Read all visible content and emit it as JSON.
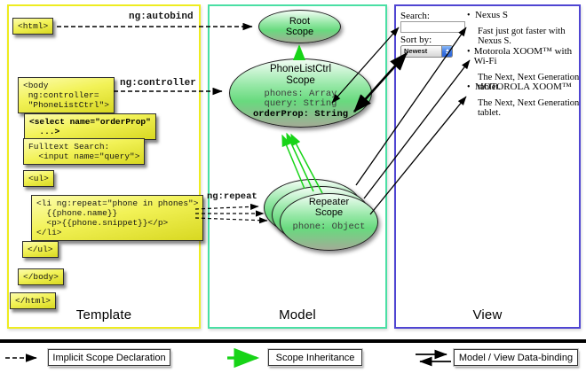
{
  "panels": {
    "template": {
      "title": "Template"
    },
    "model": {
      "title": "Model"
    },
    "view": {
      "title": "View"
    }
  },
  "template": {
    "boxes": [
      {
        "code": "<html>"
      },
      {
        "code": "<body\n ng:controller=\n \"PhoneListCtrl\">"
      },
      {
        "code": "<select name=\"orderProp\"\n  ...>"
      },
      {
        "code": "Fulltext Search:\n  <input name=\"query\">"
      },
      {
        "code": "<ul>"
      },
      {
        "code": "<li ng:repeat=\"phone in phones\">\n  {{phone.name}}\n  <p>{{phone.snippet}}</p>\n</li>"
      },
      {
        "code": "</ul>"
      },
      {
        "code": "</body>"
      },
      {
        "code": "</html>"
      }
    ]
  },
  "connectors": {
    "autobind": "ng:autobind",
    "controller": "ng:controller",
    "repeat": "ng:repeat"
  },
  "scopes": {
    "root": {
      "title": "Root\nScope"
    },
    "phone_list": {
      "title": "PhoneListCtrl\nScope",
      "props": "phones: Array\nquery: String",
      "prop_bold": "orderProp: String"
    },
    "repeater": {
      "title": "Repeater\nScope",
      "prop": "phone: Object"
    }
  },
  "view": {
    "search_label": "Search:",
    "search_value": "",
    "sort_label": "Sort by:",
    "sort_value": "Newest",
    "bullet": "•",
    "items": [
      {
        "name": "Nexus S",
        "snippet": "Fast just got faster with Nexus S."
      },
      {
        "name": "Motorola XOOM™ with Wi-Fi",
        "snippet": "The Next, Next Generation tablet."
      },
      {
        "name": "MOTOROLA XOOM™",
        "snippet": "The Next, Next Generation tablet."
      }
    ]
  },
  "legend": {
    "items": [
      {
        "label": "Implicit Scope Declaration",
        "arrow": "dashed-black"
      },
      {
        "label": "Scope Inheritance",
        "arrow": "solid-green"
      },
      {
        "label": "Model / View Data-binding",
        "arrow": "double-black"
      }
    ]
  },
  "colors": {
    "template_border": "#eeec20",
    "model_border": "#4adfa4",
    "view_border": "#4f45d2",
    "inheritance_green": "#17d417",
    "code_box_yellow": "#f2f257",
    "scope_fill_green": "#97e8a7"
  }
}
